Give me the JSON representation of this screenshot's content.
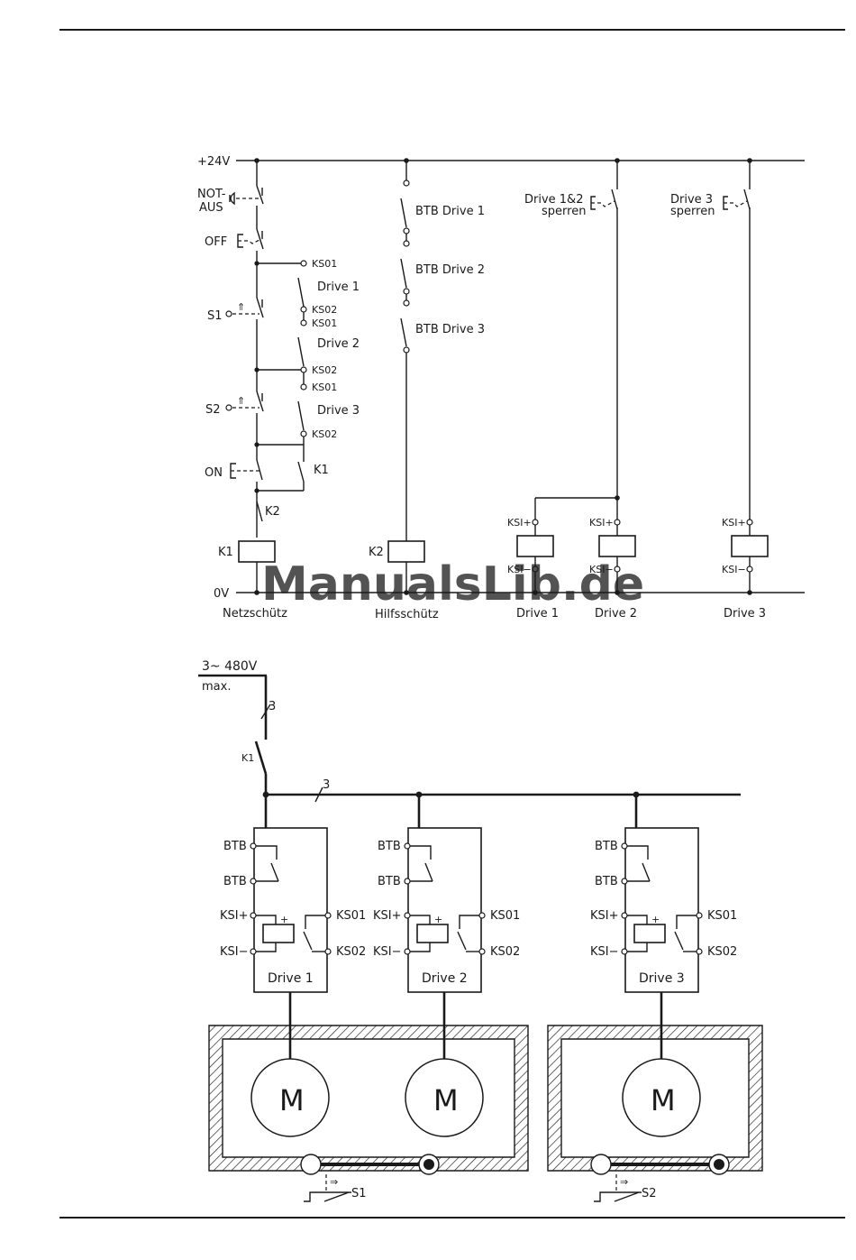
{
  "schematic": {
    "supply_plus": "+24V",
    "supply_zero": "0V",
    "emergency_stop": [
      "NOT-",
      "AUS"
    ],
    "off": "OFF",
    "on": "ON",
    "s1": "S1",
    "s2": "S2",
    "ks01": "KS01",
    "ks02": "KS02",
    "drive1": "Drive 1",
    "drive2": "Drive 2",
    "drive3": "Drive 3",
    "k1": "K1",
    "k2": "K2",
    "btb1": "BTB Drive 1",
    "btb2": "BTB Drive 2",
    "btb3": "BTB Drive 3",
    "lock12": [
      "Drive 1&2",
      "sperren"
    ],
    "lock3": [
      "Drive 3",
      "sperren"
    ],
    "ksi_plus": "KSI+",
    "ksi_minus": "KSI−",
    "footer_main_contactor": "Netzschütz",
    "footer_aux_contactor": "Hilfsschütz"
  },
  "power": {
    "supply": "3~  480V",
    "supply_max": "max.",
    "phases": "3",
    "contactor": "K1",
    "btb": "BTB",
    "ksi_plus": "KSI+",
    "ksi_minus": "KSI−",
    "ks01": "KS01",
    "ks02": "KS02",
    "drives": [
      "Drive 1",
      "Drive 2",
      "Drive 3"
    ],
    "motor": "M",
    "s1": "S1",
    "s2": "S2"
  },
  "watermark": "ManualsLib.de"
}
